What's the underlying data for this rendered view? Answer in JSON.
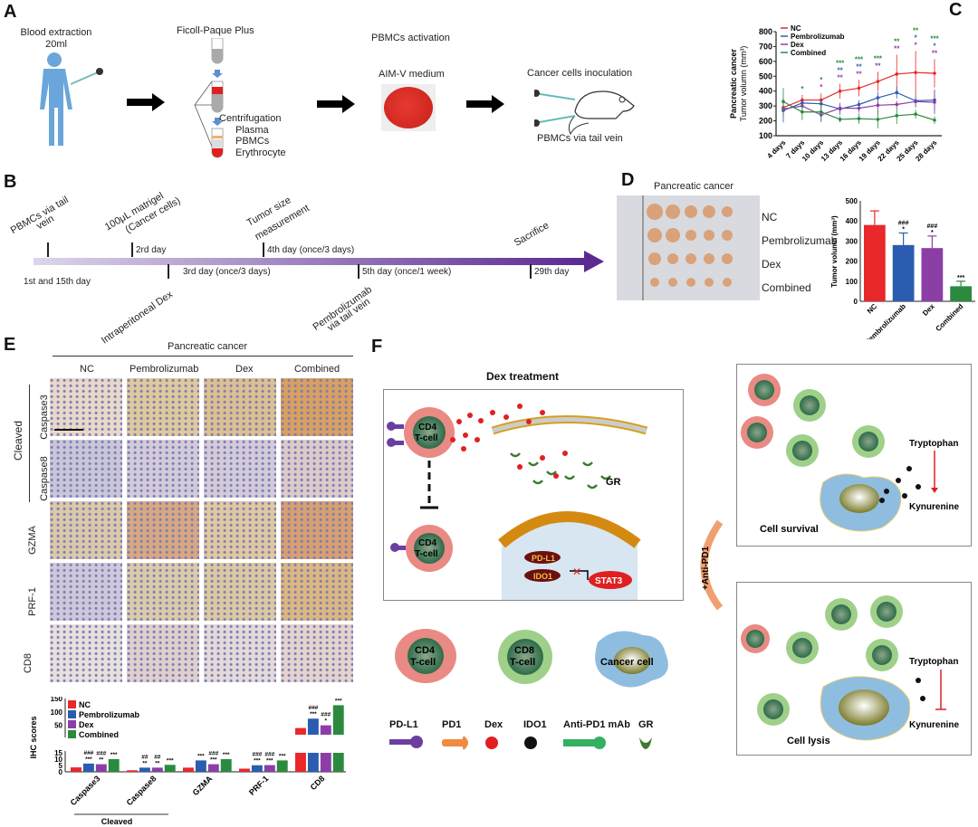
{
  "panels": {
    "A": {
      "letter": "A",
      "blood_title": "Blood extraction",
      "blood_volume": "20ml",
      "ficoll_title": "Ficoll-Paque Plus",
      "centrifugation": "Centrifugation",
      "layers": [
        "Plasma",
        "PBMCs",
        "Erythrocyte"
      ],
      "activation_title": "PBMCs activation",
      "medium": "AIM-V medium",
      "inoculation": "Cancer cells inoculation",
      "pbmc_route": "PBMCs via tail vein"
    },
    "B": {
      "letter": "B",
      "above": [
        {
          "label": "PBMCs  via tail vein",
          "day": "1st and 15th day"
        },
        {
          "label": "100μL matrigel (Cancer cells)",
          "day": "2rd  day"
        },
        {
          "label": "Tumor size measurement",
          "day": "4th day (once/3 days)"
        },
        {
          "label": "Sacrifice",
          "day": "29th day"
        }
      ],
      "below": [
        {
          "label": "Intraperitoneal Dex",
          "day": "3rd day (once/3 days)"
        },
        {
          "label": "Pembrolizumab via tail vein",
          "day": "5th day (once/1 week)"
        }
      ],
      "text": {
        "pbmc1": "PBMCs  via tail",
        "pbmc2": "vein",
        "day1": "1st and 15th day",
        "matrigel1": "100μL matrigel",
        "matrigel2": "(Cancer cells)",
        "day2": "2rd  day",
        "tumor1": "Tumor size",
        "tumor2": "measurement",
        "day4": "4th day (once/3 days)",
        "dex": "Intraperitoneal Dex",
        "day3": "3rd day (once/3 days)",
        "pembro1": "Pembrolizumab",
        "pembro2": "via tail vein",
        "day5": "5th day (once/1 week)",
        "sacrifice": "Sacrifice",
        "day29": "29th day"
      }
    },
    "C": {
      "letter": "C"
    },
    "D": {
      "letter": "D",
      "photo_title": "Pancreatic cancer",
      "row_labels": [
        "NC",
        "Pembrolizumab",
        "Dex",
        "Combined"
      ]
    },
    "E": {
      "letter": "E",
      "header": "Pancreatic cancer",
      "columns": [
        "NC",
        "Pembrolizumab",
        "Dex",
        "Combined"
      ],
      "rows": [
        "Caspase3",
        "Caspase8",
        "GZMA",
        "PRF-1",
        "CD8"
      ],
      "group_label": "Cleaved"
    },
    "F": {
      "letter": "F",
      "dex_title": "Dex treatment",
      "cd4": "CD4",
      "tcell": "T-cell",
      "gr": "GR",
      "pdl1": "PD-L1",
      "ido1": "IDO1",
      "stat3": "STAT3",
      "anti_pd1": "+Anti-PD1",
      "survival": "Cell survival",
      "lysis": "Cell lysis",
      "tryptophan": "Tryptophan",
      "kynurenine": "Kynurenine",
      "cells": [
        {
          "line1": "CD4",
          "line2": "T-cell"
        },
        {
          "line1": "CD8",
          "line2": "T-cell"
        },
        {
          "line1": "Cancer cell",
          "line2": ""
        }
      ],
      "legend": [
        "PD-L1",
        "PD1",
        "Dex",
        "IDO1",
        "Anti-PD1  mAb",
        "GR"
      ]
    }
  },
  "colors": {
    "NC": "#e8282b",
    "Pembrolizumab": "#2a5db0",
    "Dex": "#8b3fa6",
    "Combined": "#2b8a3e",
    "timeline_start": "#ddd6ea",
    "timeline_end": "#5a2a91"
  },
  "chart_data": [
    {
      "id": "C",
      "type": "line",
      "title": "",
      "ylabel": "Pancreatic cancer Tumor volumn (mm3)",
      "ylabel_line1": "Pancreatic cancer",
      "ylabel_line2": "Tumor volumn (mm³)",
      "xlabel": "",
      "x": [
        "4 days",
        "7 days",
        "10 days",
        "13 days",
        "16 days",
        "19 days",
        "22 days",
        "25 days",
        "28 days"
      ],
      "ylim": [
        100,
        800
      ],
      "yticks": [
        100,
        200,
        300,
        400,
        500,
        600,
        700,
        800
      ],
      "legend_position": "top-left",
      "series": [
        {
          "name": "NC",
          "values": [
            290,
            340,
            340,
            400,
            420,
            465,
            515,
            525,
            520
          ],
          "err": [
            60,
            35,
            45,
            50,
            55,
            65,
            130,
            145,
            95
          ]
        },
        {
          "name": "Pembrolizumab",
          "values": [
            270,
            320,
            315,
            280,
            310,
            355,
            390,
            335,
            340
          ],
          "err": [
            80,
            30,
            35,
            40,
            30,
            40,
            40,
            45,
            70
          ]
        },
        {
          "name": "Dex",
          "values": [
            280,
            300,
            240,
            285,
            285,
            305,
            310,
            330,
            325
          ],
          "err": [
            50,
            35,
            50,
            35,
            30,
            55,
            25,
            30,
            80
          ]
        },
        {
          "name": "Combined",
          "values": [
            330,
            260,
            260,
            210,
            215,
            210,
            235,
            245,
            205
          ],
          "err": [
            90,
            55,
            60,
            20,
            35,
            60,
            55,
            30,
            25
          ]
        }
      ],
      "annotations": [
        {
          "x": "7 days",
          "marks": [
            {
              "text": "*",
              "series": "Combined"
            }
          ]
        },
        {
          "x": "10 days",
          "marks": [
            {
              "text": "*",
              "series": "Combined"
            },
            {
              "text": "*",
              "series": "Dex"
            }
          ]
        },
        {
          "x": "13 days",
          "marks": [
            {
              "text": "***",
              "series": "Combined"
            },
            {
              "text": "**",
              "series": "Pembrolizumab"
            },
            {
              "text": "**",
              "series": "Dex"
            }
          ]
        },
        {
          "x": "16 days",
          "marks": [
            {
              "text": "***",
              "series": "Combined"
            },
            {
              "text": "**",
              "series": "Pembrolizumab"
            },
            {
              "text": "**",
              "series": "Dex"
            }
          ]
        },
        {
          "x": "19 days",
          "marks": [
            {
              "text": "***",
              "series": "Combined"
            },
            {
              "text": "**",
              "series": "Dex"
            }
          ]
        },
        {
          "x": "22 days",
          "marks": [
            {
              "text": "**",
              "series": "Combined"
            },
            {
              "text": "**",
              "series": "Dex"
            }
          ]
        },
        {
          "x": "25 days",
          "marks": [
            {
              "text": "**",
              "series": "Combined"
            },
            {
              "text": "*",
              "series": "Pembrolizumab"
            },
            {
              "text": "*",
              "series": "Dex"
            }
          ]
        },
        {
          "x": "28 days",
          "marks": [
            {
              "text": "***",
              "series": "Combined"
            },
            {
              "text": "*",
              "series": "Pembrolizumab"
            },
            {
              "text": "**",
              "series": "Dex"
            }
          ]
        }
      ]
    },
    {
      "id": "D",
      "type": "bar",
      "title": "",
      "ylabel": "Tumor volumn (mm3)",
      "ylabel_display": "Tumor volumn (mm³)",
      "categories": [
        "NC",
        "Pembrolizumab",
        "Dex",
        "Combined"
      ],
      "values": [
        380,
        280,
        265,
        75
      ],
      "err": [
        70,
        60,
        60,
        25
      ],
      "ylim": [
        0,
        500
      ],
      "yticks": [
        0,
        100,
        200,
        300,
        400,
        500
      ],
      "annotations": [
        "",
        "###\n*",
        "###\n*",
        "***"
      ]
    },
    {
      "id": "E",
      "type": "bar",
      "title": "",
      "ylabel": "IHC scores",
      "categories": [
        "Caspase3",
        "Caspase8",
        "GZMA",
        "PRF-1",
        "CD8"
      ],
      "category_group": {
        "label": "Cleaved",
        "members": [
          "Caspase3",
          "Caspase8"
        ]
      },
      "axis_break": true,
      "ylim_lower": [
        0,
        15
      ],
      "ylim_upper": [
        15,
        150
      ],
      "yticks_lower": [
        0,
        5,
        10,
        15
      ],
      "yticks_upper": [
        50,
        100,
        150
      ],
      "legend_position": "top-left",
      "series": [
        {
          "name": "NC",
          "values": [
            3.5,
            1.2,
            3.3,
            2.5,
            40
          ],
          "annotations": [
            "",
            "",
            "",
            "",
            ""
          ]
        },
        {
          "name": "Pembrolizumab",
          "values": [
            6.5,
            3.3,
            9,
            5.2,
            75
          ],
          "annotations": [
            "###\n***",
            "##\n**",
            "***",
            "###\n***",
            "###\n***"
          ]
        },
        {
          "name": "Dex",
          "values": [
            6,
            3.3,
            6,
            5.3,
            50
          ],
          "annotations": [
            "###\n**",
            "##\n**",
            "###\n***",
            "###\n***",
            "###\n*"
          ]
        },
        {
          "name": "Combined",
          "values": [
            10,
            5.5,
            10,
            9,
            125
          ],
          "annotations": [
            "***",
            "***",
            "***",
            "***",
            "***"
          ]
        }
      ]
    }
  ]
}
